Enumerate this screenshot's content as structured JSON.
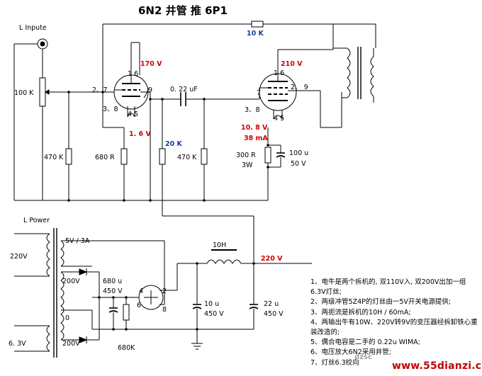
{
  "title": "6N2 井管 推 6P1",
  "labels": {
    "input": "L Inpute",
    "power": "L Power",
    "pot": "100 K",
    "r470_1": "470 K",
    "r680": "680 R",
    "r20k": "20 K",
    "r470_2": "470 K",
    "r10k": "10 K",
    "cap_coupling": "0. 22 uF",
    "r300": "300 R",
    "r300_w": "3W",
    "cap100u": "100 u",
    "cap100u_v": "50 V",
    "v170": "170 V",
    "v16": "1. 6 V",
    "v210": "210 V",
    "v108": "10. 8 V",
    "ma38": "38 mA",
    "v220": "220 V",
    "choke": "10H",
    "sec5v": "5V / 3A",
    "pri220": "220V",
    "sec200_1": "200V",
    "sec0": "0",
    "sec200_2": "200V",
    "fil63": "6. 3V",
    "cap680u": "680 u",
    "cap680u_v": "450 V",
    "r680k": "680K",
    "cap10u": "10 u",
    "cap10u_v": "450 V",
    "cap22u": "22 u",
    "cap22u_v": "450 V",
    "pin_a1": "2、7",
    "pin_a2": "3、8",
    "pin_a3": "1 6",
    "pin_a4": "9",
    "pin_a5": "4 5",
    "pin_b1": "7",
    "pin_b2": "3、8",
    "pin_b3": "1 6",
    "pin_b4": "2、 9",
    "pin_b5": "4 5",
    "rect_2": "2",
    "rect_4": "4",
    "rect_6": "6",
    "rect_8": "8"
  },
  "notes": [
    "1、电牛是两个拆机的, 双110V入, 双200V出加一组6.3V灯丝;",
    "2、两级冲管5Z4P的灯丝由一5V开关电源提供;",
    "3、两扼流是拆机的10H / 60mA;",
    "4、两输出牛有10W、220V转9V的变压器经拆卸铁心重装改造的;",
    "5、偶合电容是二手的 0.22u WIMA;",
    "6、电压放大6N2采用井管;",
    "7、灯丝6.3绞向"
  ],
  "watermark": "www.55dianzi.com",
  "watermark_small": "dzsc"
}
